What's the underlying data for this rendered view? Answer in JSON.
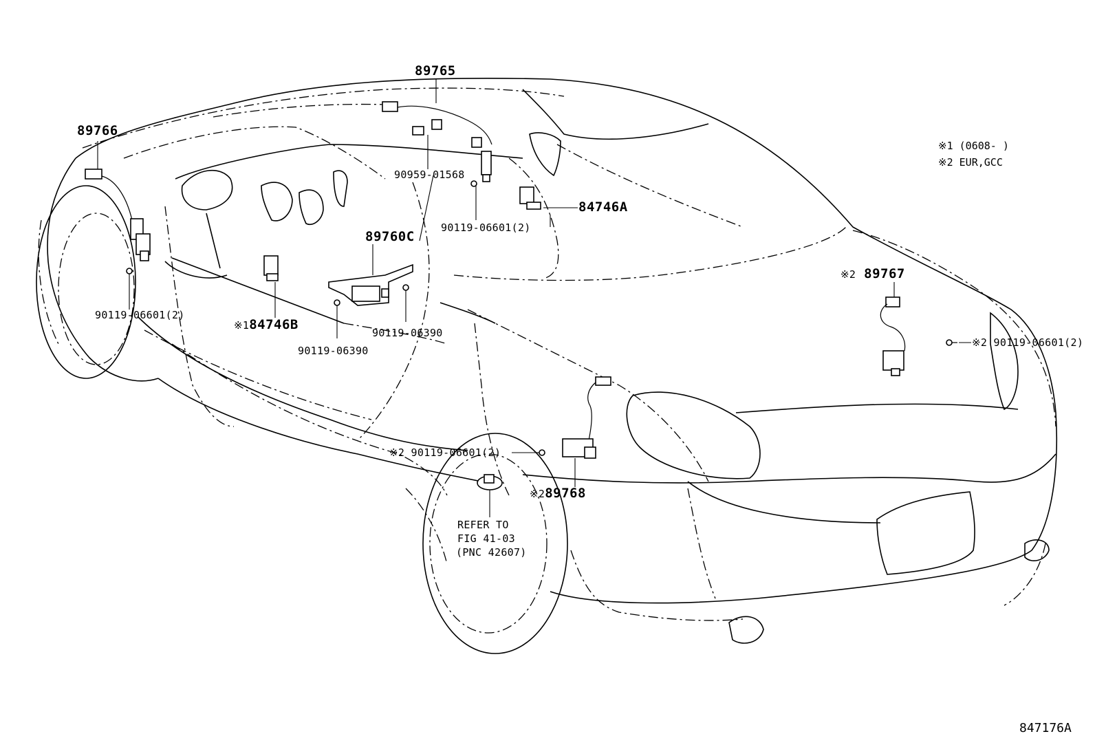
{
  "notes": [
    {
      "mark": "※1",
      "text": "(0608-      )"
    },
    {
      "mark": "※2",
      "text": "EUR,GCC"
    }
  ],
  "labels": {
    "p89765": "89765",
    "p89766": "89766",
    "p90959": "90959-01568",
    "p84746A": "84746A",
    "p90119_top": "90119-06601(2)",
    "p89760C": "89760C",
    "p90119_left": "90119-06601(2)",
    "p84746B_mark": "※1",
    "p84746B": "84746B",
    "p90119_06390a": "90119-06390",
    "p90119_06390b": "90119-06390",
    "p89767_mark": "※2",
    "p89767": "89767",
    "p90119_right": "※2 90119-06601(2)",
    "p90119_mid": "※2 90119-06601(2)",
    "p89768_mark": "※2",
    "p89768": "89768",
    "refer": [
      "REFER TO",
      "FIG 41-03",
      "(PNC 42607)"
    ],
    "figure_id": "847176A"
  }
}
